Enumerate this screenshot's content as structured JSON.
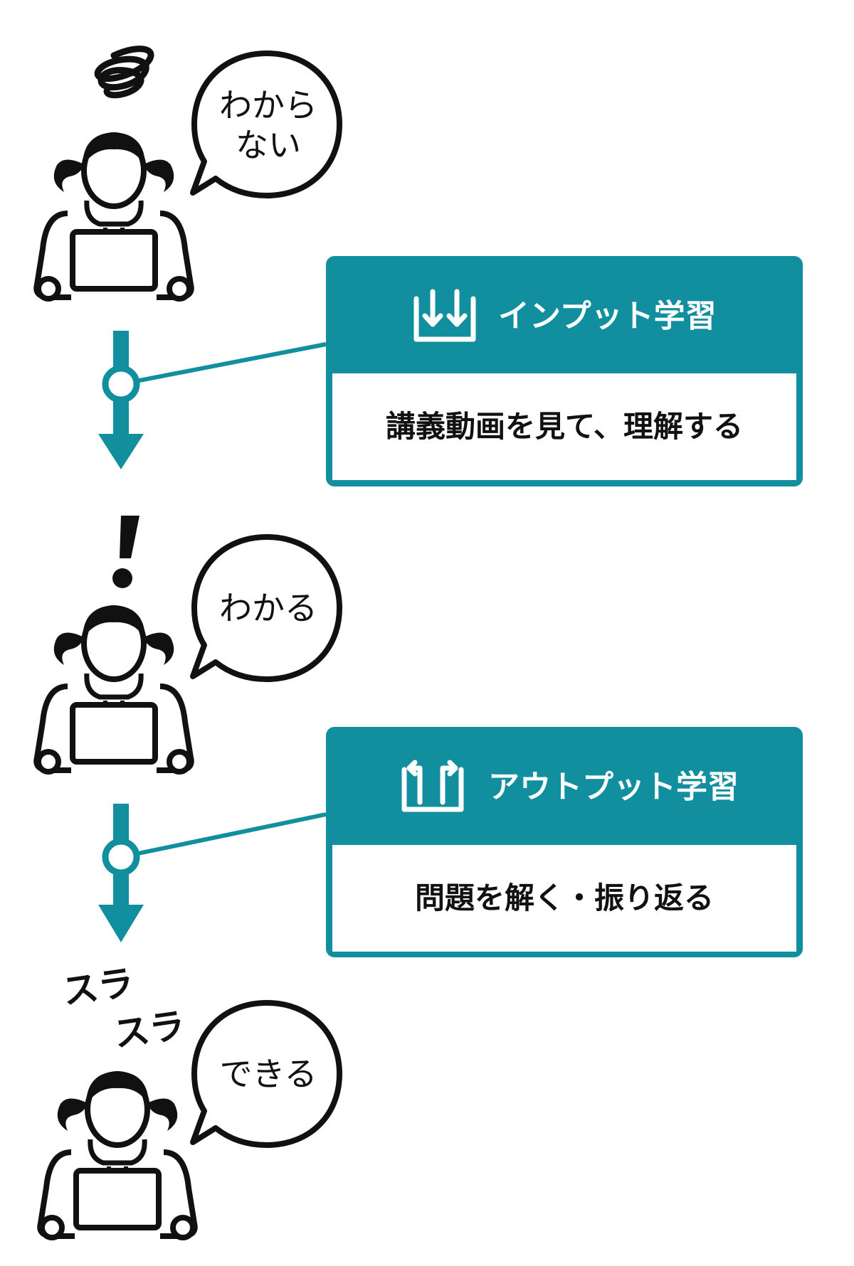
{
  "colors": {
    "accent": "#128f9f",
    "ink": "#111111",
    "card_body_bg": "#ffffff"
  },
  "stages": [
    {
      "bubble_line1": "わから",
      "bubble_line2": "ない",
      "mark": "confusion-scribble"
    },
    {
      "bubble_line1": "わかる",
      "mark": "exclamation"
    },
    {
      "bubble_line1": "できる",
      "mark_text_1": "スラ",
      "mark_text_2": "スラ"
    }
  ],
  "cards": [
    {
      "title": "インプット学習",
      "body": "講義動画を見て、理解する",
      "icon": "input-tray-icon"
    },
    {
      "title": "アウトプット学習",
      "body": "問題を解く・振り返る",
      "icon": "output-tray-icon"
    }
  ]
}
